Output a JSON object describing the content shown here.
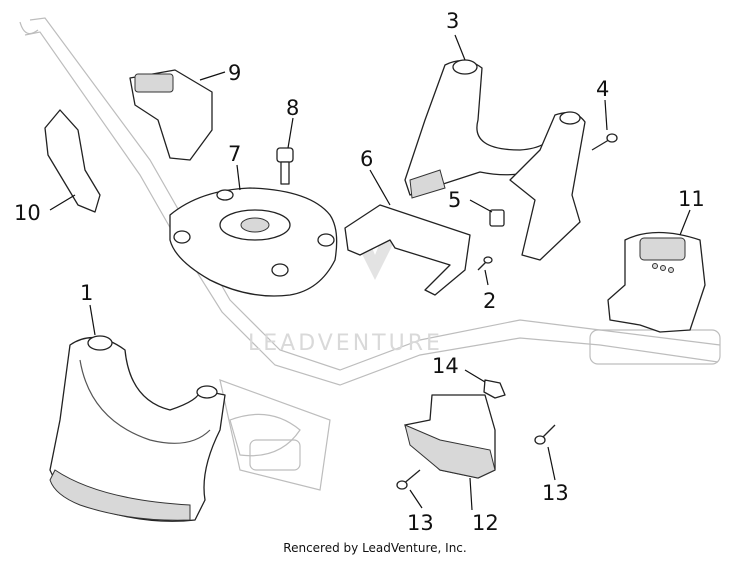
{
  "callouts": [
    "1",
    "2",
    "3",
    "4",
    "5",
    "6",
    "7",
    "8",
    "9",
    "10",
    "11",
    "12",
    "13",
    "13",
    "14"
  ],
  "watermark": {
    "text": "LEADVENTURE"
  },
  "credit": {
    "text": "Rencered by LeadVenture, Inc."
  }
}
